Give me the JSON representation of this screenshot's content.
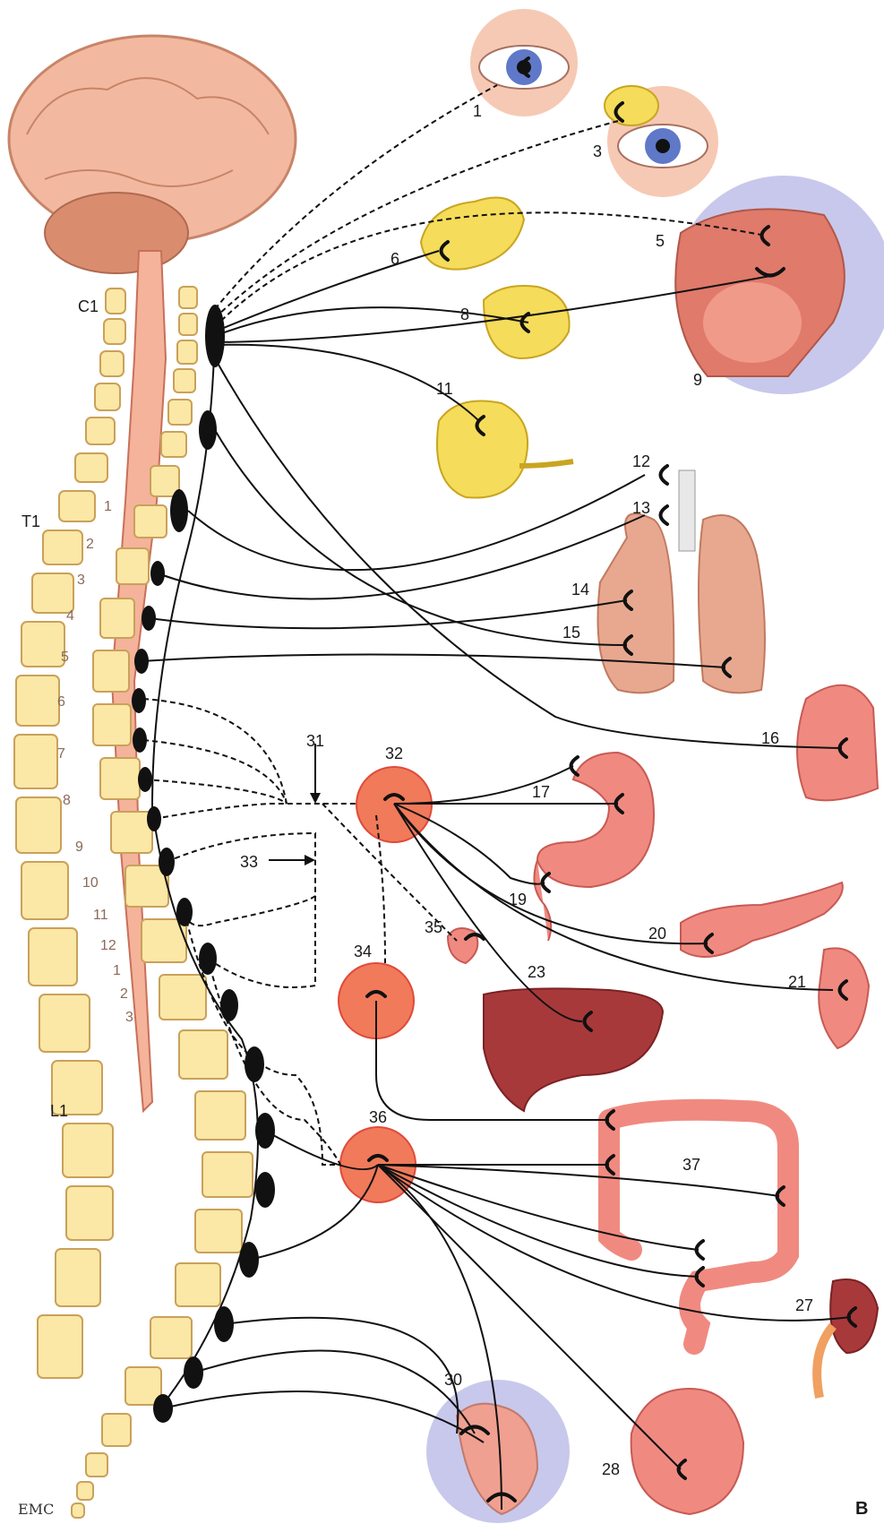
{
  "labels": {
    "n1": "1",
    "n3": "3",
    "n5": "5",
    "n6": "6",
    "n8": "8",
    "n9": "9",
    "n11": "11",
    "n12": "12",
    "n13": "13",
    "n14": "14",
    "n15": "15",
    "n16": "16",
    "n17": "17",
    "n19": "19",
    "n20": "20",
    "n21": "21",
    "n23": "23",
    "n27": "27",
    "n28": "28",
    "n30": "30",
    "n31": "31",
    "n32": "32",
    "n33": "33",
    "n34": "34",
    "n35": "35",
    "n36": "36",
    "n37": "37"
  },
  "spine": {
    "c1": "C1",
    "t1": "T1",
    "l1": "L1",
    "segments": [
      "1",
      "2",
      "3",
      "4",
      "5",
      "6",
      "7",
      "8",
      "9",
      "10",
      "11",
      "12",
      "1",
      "2",
      "3"
    ]
  },
  "corner": {
    "signature": "EMC",
    "panel": "B"
  },
  "colors": {
    "ganglion": "#111111",
    "plexus": "#f07a5a",
    "vertebra": "#fbe7a6",
    "organ": "#f08a80",
    "gland": "#f5dc5a"
  }
}
